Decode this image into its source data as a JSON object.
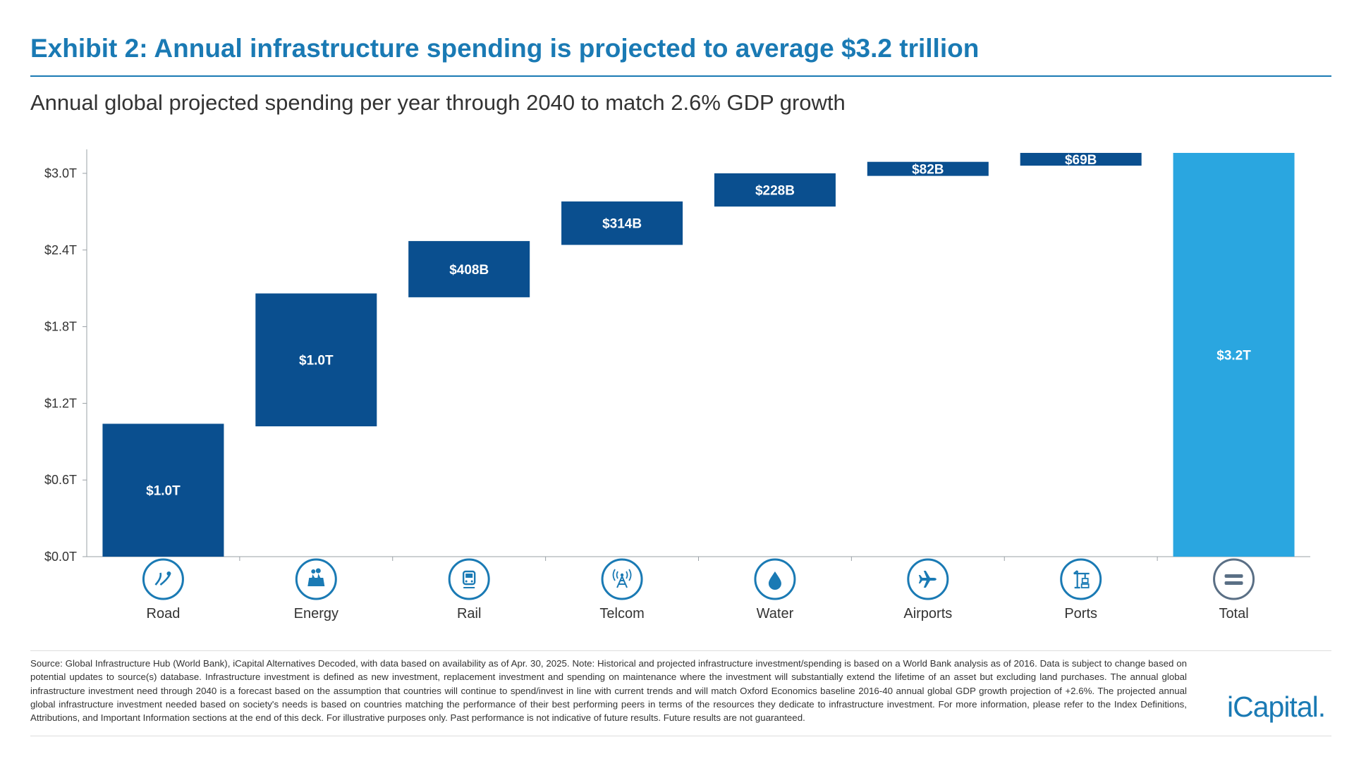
{
  "header": {
    "title": "Exhibit 2: Annual infrastructure spending is projected to average $3.2 trillion",
    "subtitle": "Annual global projected spending per year through 2040 to match 2.6% GDP growth"
  },
  "colors": {
    "accent": "#1a7ab4",
    "bar_dark": "#0a4f8f",
    "bar_total": "#2aa6e0",
    "icon_ring": "#1a7ab4",
    "icon_total": "#5a6f85"
  },
  "chart_data": {
    "type": "bar",
    "subtype": "waterfall",
    "y_tick_labels": [
      "$0.0T",
      "$0.6T",
      "$1.2T",
      "$1.8T",
      "$2.4T",
      "$3.0T"
    ],
    "y_ticks": [
      0,
      0.6,
      1.2,
      1.8,
      2.4,
      3.0
    ],
    "ylim": [
      0,
      3.2
    ],
    "grid": false,
    "legend": "none",
    "categories": [
      {
        "name": "Road",
        "start": 0.0,
        "end": 1.04,
        "label": "$1.0T",
        "icon": "road-icon",
        "kind": "step"
      },
      {
        "name": "Energy",
        "start": 1.02,
        "end": 2.06,
        "label": "$1.0T",
        "icon": "energy-plant-icon",
        "kind": "step"
      },
      {
        "name": "Rail",
        "start": 2.03,
        "end": 2.47,
        "label": "$408B",
        "icon": "train-icon",
        "kind": "step"
      },
      {
        "name": "Telcom",
        "start": 2.44,
        "end": 2.78,
        "label": "$314B",
        "icon": "antenna-tower-icon",
        "kind": "step"
      },
      {
        "name": "Water",
        "start": 2.74,
        "end": 3.0,
        "label": "$228B",
        "icon": "water-drop-icon",
        "kind": "step"
      },
      {
        "name": "Airports",
        "start": 2.98,
        "end": 3.09,
        "label": "$82B",
        "icon": "airplane-icon",
        "kind": "step"
      },
      {
        "name": "Ports",
        "start": 3.06,
        "end": 3.16,
        "label": "$69B",
        "icon": "port-crane-icon",
        "kind": "step"
      },
      {
        "name": "Total",
        "start": 0.0,
        "end": 3.16,
        "label": "$3.2T",
        "icon": "equals-icon",
        "kind": "total"
      }
    ]
  },
  "footer": {
    "source": "Source: Global Infrastructure Hub (World Bank), iCapital Alternatives Decoded, with data based on availability as of Apr. 30, 2025. Note: Historical and projected infrastructure investment/spending is based on a World Bank analysis as of 2016. Data is subject to change based on potential updates to source(s) database. Infrastructure investment is defined as new investment, replacement investment and spending on maintenance where the investment will substantially extend the lifetime of an asset but excluding land purchases. The annual global infrastructure investment need through 2040 is a forecast based on the assumption that countries will continue to spend/invest in line with current trends and will match Oxford Economics baseline 2016-40 annual global GDP growth projection of +2.6%. The projected annual global infrastructure investment needed based on society's needs is based on countries matching the performance of their best performing peers in terms of the resources they dedicate to infrastructure investment. For more information, please refer to the Index Definitions, Attributions, and Important Information sections at the end of this deck. For illustrative purposes only. Past performance is not indicative of future results. Future results are not guaranteed.",
    "logo": "iCapital."
  }
}
